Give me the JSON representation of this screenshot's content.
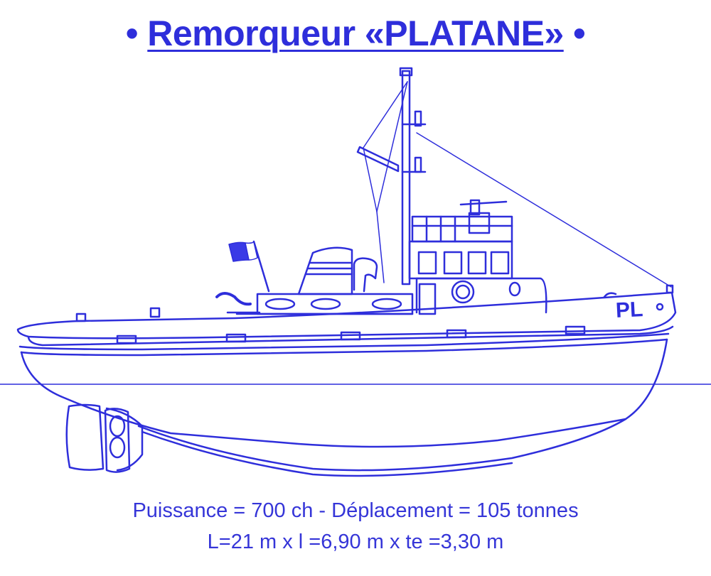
{
  "title": {
    "bullet_left": "•",
    "name": "Remorqueur «PLATANE»",
    "bullet_right": "•"
  },
  "hull_marking": "PL",
  "specs": {
    "line1": "Puissance = 700 ch - Déplacement = 105 tonnes",
    "line2": "L=21 m x l =6,90 m x te =3,30 m"
  },
  "colors": {
    "ink": "#2e2edb",
    "flag_blue": "#3a3ae6",
    "flag_white": "#ffffff"
  }
}
